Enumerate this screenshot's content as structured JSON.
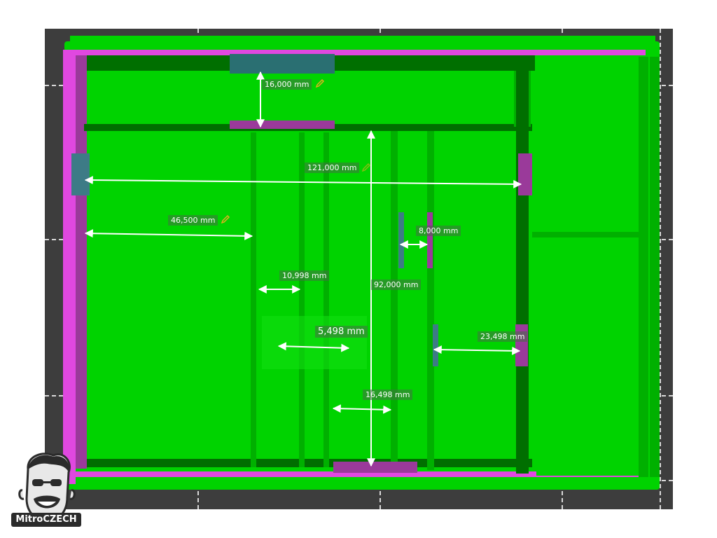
{
  "measurements": {
    "top_gap": "16,000 mm",
    "total_width": "121,000 mm",
    "left_compartment": "46,500 mm",
    "slot_a": "10,998 mm",
    "slot_b": "5,498 mm",
    "height": "92,000 mm",
    "slot_c": "8,000 mm",
    "right_compartment": "23,498 mm",
    "slot_d": "16,498 mm"
  },
  "branding": {
    "logo_text": "MitroCZECH"
  },
  "colors": {
    "model": "#00d300",
    "selected_face": "#e048e0",
    "viewport_bg": "#3d3d3d"
  }
}
